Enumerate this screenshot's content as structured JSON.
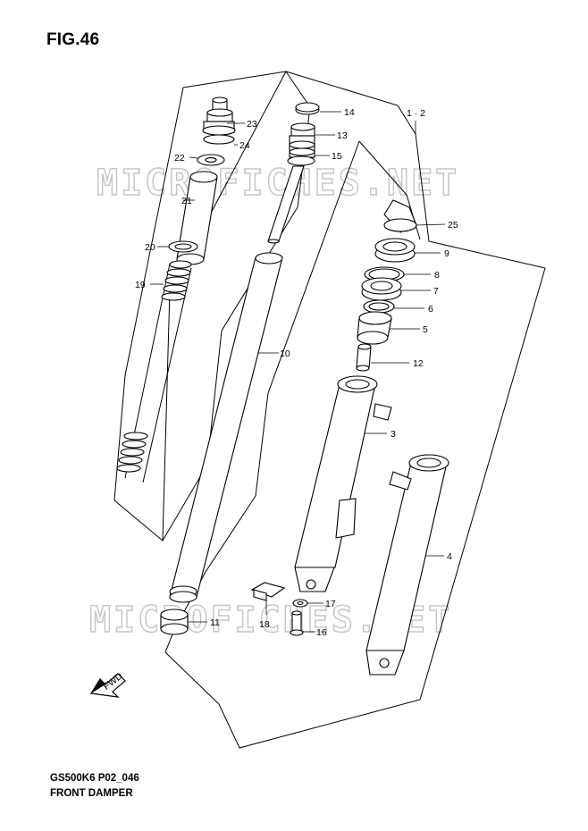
{
  "figure": {
    "title": "FIG.46",
    "code": "GS500K6 P02_046",
    "name": "FRONT DAMPER"
  },
  "watermark": {
    "text": "MICROFICHES.NET",
    "color": "#c4c4c4"
  },
  "callouts": [
    {
      "id": "c-1-2",
      "label": "1 · 2"
    },
    {
      "id": "c-3",
      "label": "3"
    },
    {
      "id": "c-4",
      "label": "4"
    },
    {
      "id": "c-5",
      "label": "5"
    },
    {
      "id": "c-6",
      "label": "6"
    },
    {
      "id": "c-7",
      "label": "7"
    },
    {
      "id": "c-8",
      "label": "8"
    },
    {
      "id": "c-9",
      "label": "9"
    },
    {
      "id": "c-10",
      "label": "10"
    },
    {
      "id": "c-11",
      "label": "11"
    },
    {
      "id": "c-12",
      "label": "12"
    },
    {
      "id": "c-13",
      "label": "13"
    },
    {
      "id": "c-14",
      "label": "14"
    },
    {
      "id": "c-15",
      "label": "15"
    },
    {
      "id": "c-16",
      "label": "16"
    },
    {
      "id": "c-17",
      "label": "17"
    },
    {
      "id": "c-18",
      "label": "18"
    },
    {
      "id": "c-19",
      "label": "19"
    },
    {
      "id": "c-20",
      "label": "20"
    },
    {
      "id": "c-21",
      "label": "21"
    },
    {
      "id": "c-22",
      "label": "22"
    },
    {
      "id": "c-23",
      "label": "23"
    },
    {
      "id": "c-24",
      "label": "24"
    },
    {
      "id": "c-25",
      "label": "25"
    }
  ],
  "direction_arrow": {
    "label": "FWD",
    "icon": "forward-arrow-icon"
  }
}
